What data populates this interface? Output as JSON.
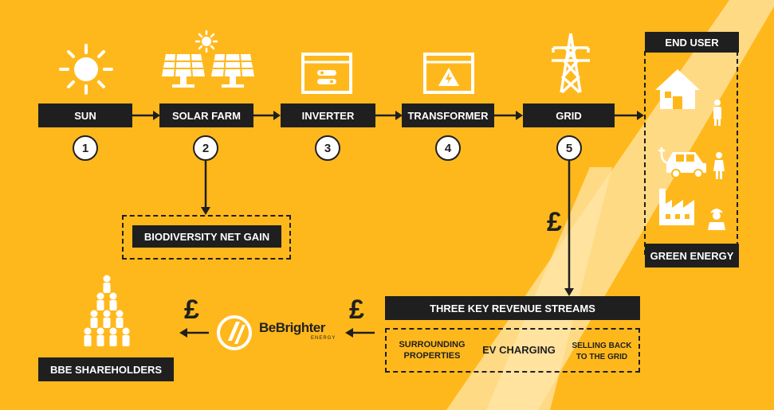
{
  "steps": [
    {
      "label": "SUN",
      "num": "1"
    },
    {
      "label": "SOLAR FARM",
      "num": "2"
    },
    {
      "label": "INVERTER",
      "num": "3"
    },
    {
      "label": "TRANSFORMER",
      "num": "4"
    },
    {
      "label": "GRID",
      "num": "5"
    }
  ],
  "end_user": {
    "title": "END USER",
    "footer": "GREEN ENERGY"
  },
  "biodiversity": "BIODIVERSITY NET GAIN",
  "revenue": {
    "title": "THREE KEY REVENUE STREAMS",
    "streams": [
      "SURROUNDING PROPERTIES",
      "EV CHARGING",
      "SELLING BACK TO THE GRID"
    ]
  },
  "currency": "£",
  "logo": {
    "name": "BeBrighter",
    "sub": "ENERGY"
  },
  "shareholders": "BBE SHAREHOLDERS",
  "colors": {
    "background": "#FFB81C",
    "dark": "#1F1F1F",
    "light": "#FFFFFF",
    "stripe": "#FFE6A8"
  }
}
